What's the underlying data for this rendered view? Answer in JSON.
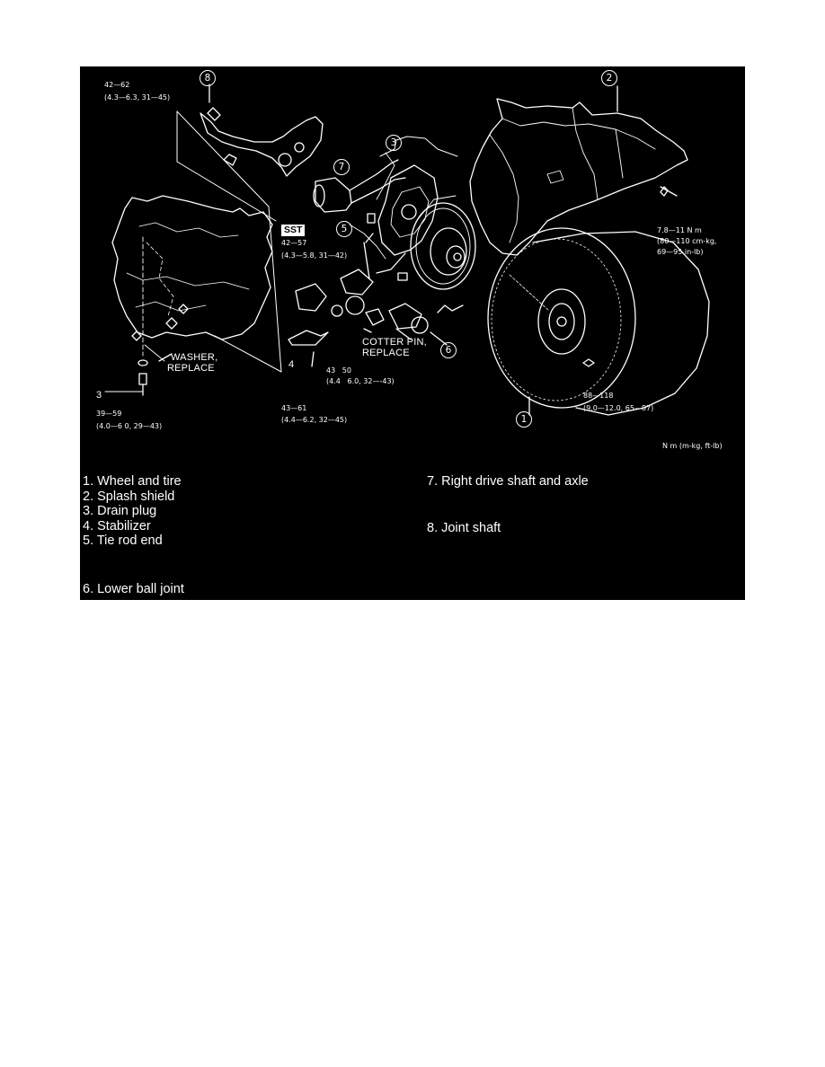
{
  "callouts": {
    "c1": "1",
    "c2": "2",
    "c3": "3",
    "c4": "4",
    "c5": "5",
    "c6": "6",
    "c7": "7",
    "c8": "8"
  },
  "labels": {
    "sst": "SST",
    "t8_a": "42—62",
    "t8_b": "(4.3—6.3, 31—45)",
    "sst_a": "42—57",
    "sst_b": "(4.3—5.8, 31—42)",
    "t2_a": "7.8—11 N m",
    "t2_b": "(80—110 cm-kg,",
    "t2_c": "69—95 in-lb)",
    "washer_a": "WASHER,",
    "washer_b": "REPLACE",
    "cotter_a": "COTTER PIN,",
    "cotter_b": "REPLACE",
    "t3_a": "39—59",
    "t3_b": "(4.0—6 0, 29—43)",
    "t5_a": "43   50",
    "t5_b": "(4.4   6.0, 32—-43)",
    "t4_a": "43—61",
    "t4_b": "(4.4—6.2, 32—45)",
    "t1_a": "88—118",
    "t1_b": "(9.0—12.0, 65—87)",
    "units": "N m (m-kg, ft-lb)"
  },
  "legend": {
    "left": [
      "1. Wheel and tire",
      "2. Splash shield",
      "3. Drain plug",
      "4. Stabilizer",
      "5. Tie rod end"
    ],
    "left_last": "6. Lower ball joint",
    "right_1": "7. Right drive shaft and axle",
    "right_2": "8. Joint shaft"
  },
  "colors": {
    "background": "#000000",
    "ink": "#ffffff",
    "page": "#ffffff"
  }
}
